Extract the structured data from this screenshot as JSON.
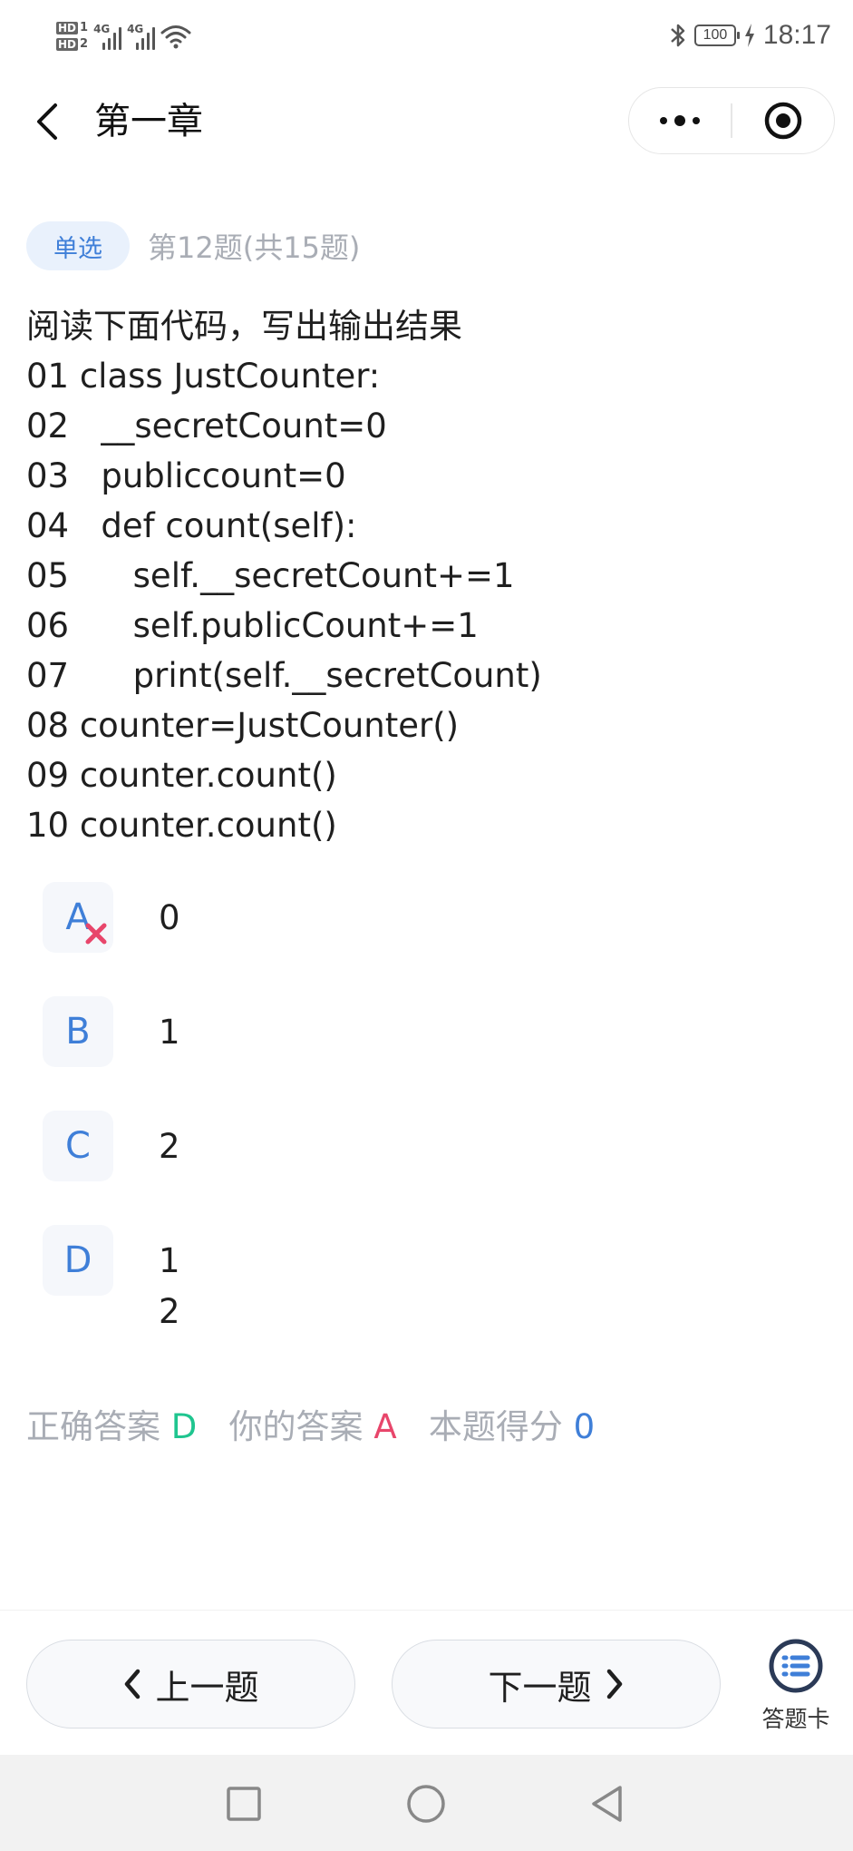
{
  "status_bar": {
    "hd1": "HD",
    "hd1_sub": "1",
    "hd2": "HD",
    "hd2_sub": "2",
    "net1": "4G",
    "net2": "4G",
    "battery": "100",
    "time": "18:17",
    "icons": [
      "signal-icon",
      "wifi-icon",
      "bluetooth-icon",
      "battery-icon",
      "charging-icon"
    ]
  },
  "nav": {
    "title": "第一章",
    "icons": [
      "back-chevron-icon",
      "more-dots-icon",
      "close-target-icon"
    ]
  },
  "question": {
    "type": "单选",
    "progress": "第12题(共15题)",
    "prompt": "阅读下面代码，写出输出结果",
    "code_lines": [
      "01 class JustCounter:",
      "02   __secretCount=0",
      "03   publiccount=0",
      "04   def count(self):",
      "05      self.__secretCount+=1",
      "06      self.publicCount+=1",
      "07      print(self.__secretCount)",
      "08 counter=JustCounter()",
      "09 counter.count()",
      "10 counter.count()"
    ]
  },
  "options": [
    {
      "letter": "A",
      "lines": [
        "0"
      ],
      "wrong": true
    },
    {
      "letter": "B",
      "lines": [
        "1"
      ]
    },
    {
      "letter": "C",
      "lines": [
        "2"
      ]
    },
    {
      "letter": "D",
      "lines": [
        "1",
        "2"
      ]
    }
  ],
  "result": {
    "correct_label": "正确答案 ",
    "correct_value": "D",
    "yours_label": "   你的答案 ",
    "yours_value": "A",
    "score_label": "   本题得分 ",
    "score_value": "0"
  },
  "bottom": {
    "prev_label": "上一题",
    "next_label": "下一题",
    "card_label": "答题卡"
  },
  "colors": {
    "accent": "#3f7fd8",
    "correct": "#1fc58f",
    "wrong": "#e8466b",
    "muted": "#a9adb5"
  }
}
